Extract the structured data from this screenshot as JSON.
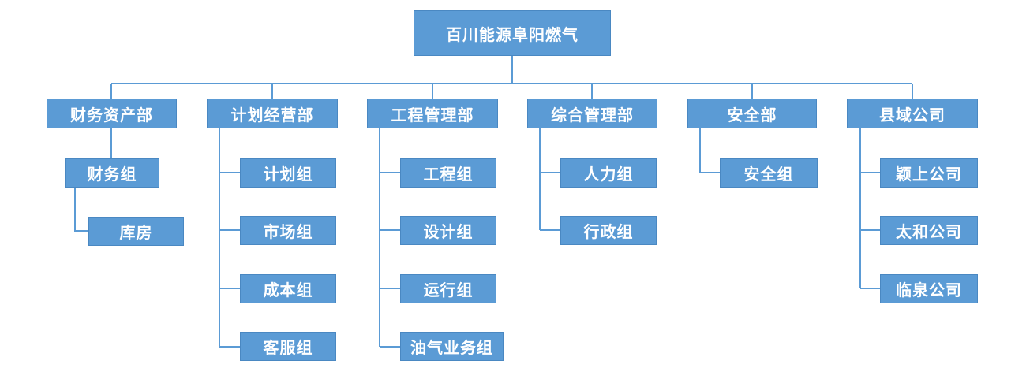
{
  "root": "百川能源阜阳燃气",
  "departments": [
    {
      "name": "财务资产部",
      "groups": [
        "财务组"
      ],
      "subgroup": "库房"
    },
    {
      "name": "计划经营部",
      "groups": [
        "计划组",
        "市场组",
        "成本组",
        "客服组"
      ]
    },
    {
      "name": "工程管理部",
      "groups": [
        "工程组",
        "设计组",
        "运行组",
        "油气业务组"
      ]
    },
    {
      "name": "综合管理部",
      "groups": [
        "人力组",
        "行政组"
      ]
    },
    {
      "name": "安全部",
      "groups": [
        "安全组"
      ]
    },
    {
      "name": "县域公司",
      "groups": [
        "颖上公司",
        "太和公司",
        "临泉公司"
      ]
    }
  ],
  "colors": {
    "box": "#5b9bd5",
    "line": "#5b9bd5",
    "text": "#ffffff"
  }
}
